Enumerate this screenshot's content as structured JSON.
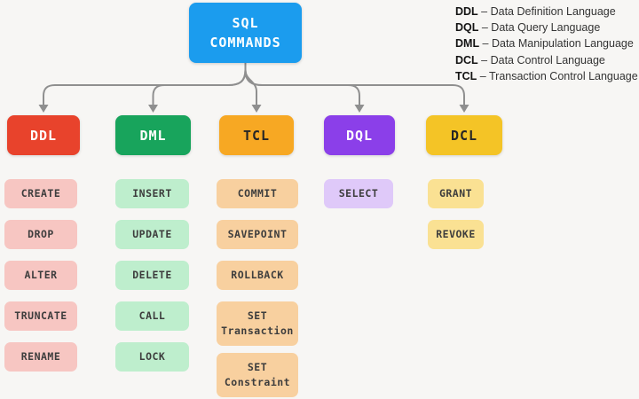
{
  "root": {
    "line1": "SQL",
    "line2": "COMMANDS",
    "bg_color": "#1b9cee",
    "text_color": "#ffffff"
  },
  "legend": {
    "entries": [
      {
        "abbr": "DDL",
        "dash": "–",
        "full": "Data Definition Language"
      },
      {
        "abbr": "DQL",
        "dash": "–",
        "full": "Data Query Language"
      },
      {
        "abbr": "DML",
        "dash": "–",
        "full": "Data Manipulation Language"
      },
      {
        "abbr": "DCL",
        "dash": "–",
        "full": "Data Control Language"
      },
      {
        "abbr": "TCL",
        "dash": "–",
        "full": "Transaction Control Language"
      }
    ]
  },
  "connector_color": "#8f8f8f",
  "background_color": "#f7f6f4",
  "categories": [
    {
      "name": "DDL",
      "head_color": "#e8432c",
      "head_text_color": "#ffffff",
      "item_bg": "#f7c6c2",
      "items": [
        "CREATE",
        "DROP",
        "ALTER",
        "TRUNCATE",
        "RENAME"
      ]
    },
    {
      "name": "DML",
      "head_color": "#18a45c",
      "head_text_color": "#ffffff",
      "item_bg": "#beeecd",
      "items": [
        "INSERT",
        "UPDATE",
        "DELETE",
        "CALL",
        "LOCK"
      ]
    },
    {
      "name": "TCL",
      "head_color": "#f7a823",
      "head_text_color": "#262626",
      "item_bg": "#f8d09f",
      "items": [
        "COMMIT",
        "SAVEPOINT",
        "ROLLBACK",
        "SET Transaction",
        "SET Constraint"
      ]
    },
    {
      "name": "DQL",
      "head_color": "#8b3fe9",
      "head_text_color": "#ffffff",
      "item_bg": "#dfc9f9",
      "items": [
        "SELECT"
      ]
    },
    {
      "name": "DCL",
      "head_color": "#f4c426",
      "head_text_color": "#262626",
      "item_bg": "#fae193",
      "items": [
        "GRANT",
        "REVOKE"
      ]
    }
  ]
}
